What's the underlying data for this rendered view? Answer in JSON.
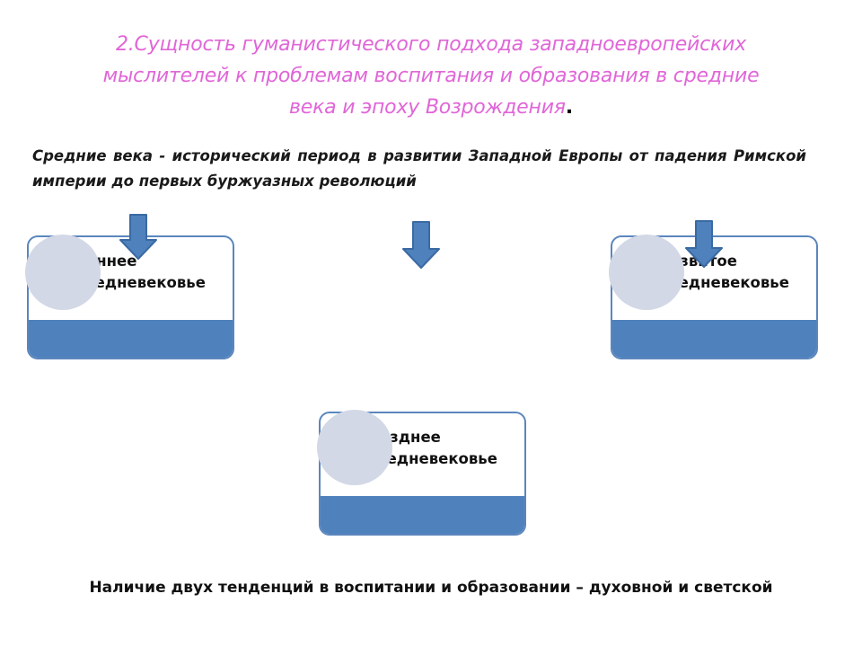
{
  "title": {
    "line1": "2.Сущность гуманистического подхода западноевропейских",
    "line2": "мыслителей к проблемам воспитания и образования в средние",
    "line3": "века и эпоху Возрождения",
    "end_mark": "."
  },
  "intro": "Средние века - исторический период в развитии Западной Европы от падения Римской империи до первых буржуазных революций",
  "boxes": [
    {
      "label": "Раннее средневековье"
    },
    {
      "label": "Развитое средневековье"
    },
    {
      "label": "Позднее средневековье"
    }
  ],
  "bottom_text": "Наличие двух тенденций в воспитании и образовании – духовной и светской",
  "colors": {
    "title": "#e066d8",
    "box_band": "#4f81bd",
    "box_border": "#5b86bd",
    "circle": "#d3d8e6",
    "arrow": "#4f81bd"
  }
}
